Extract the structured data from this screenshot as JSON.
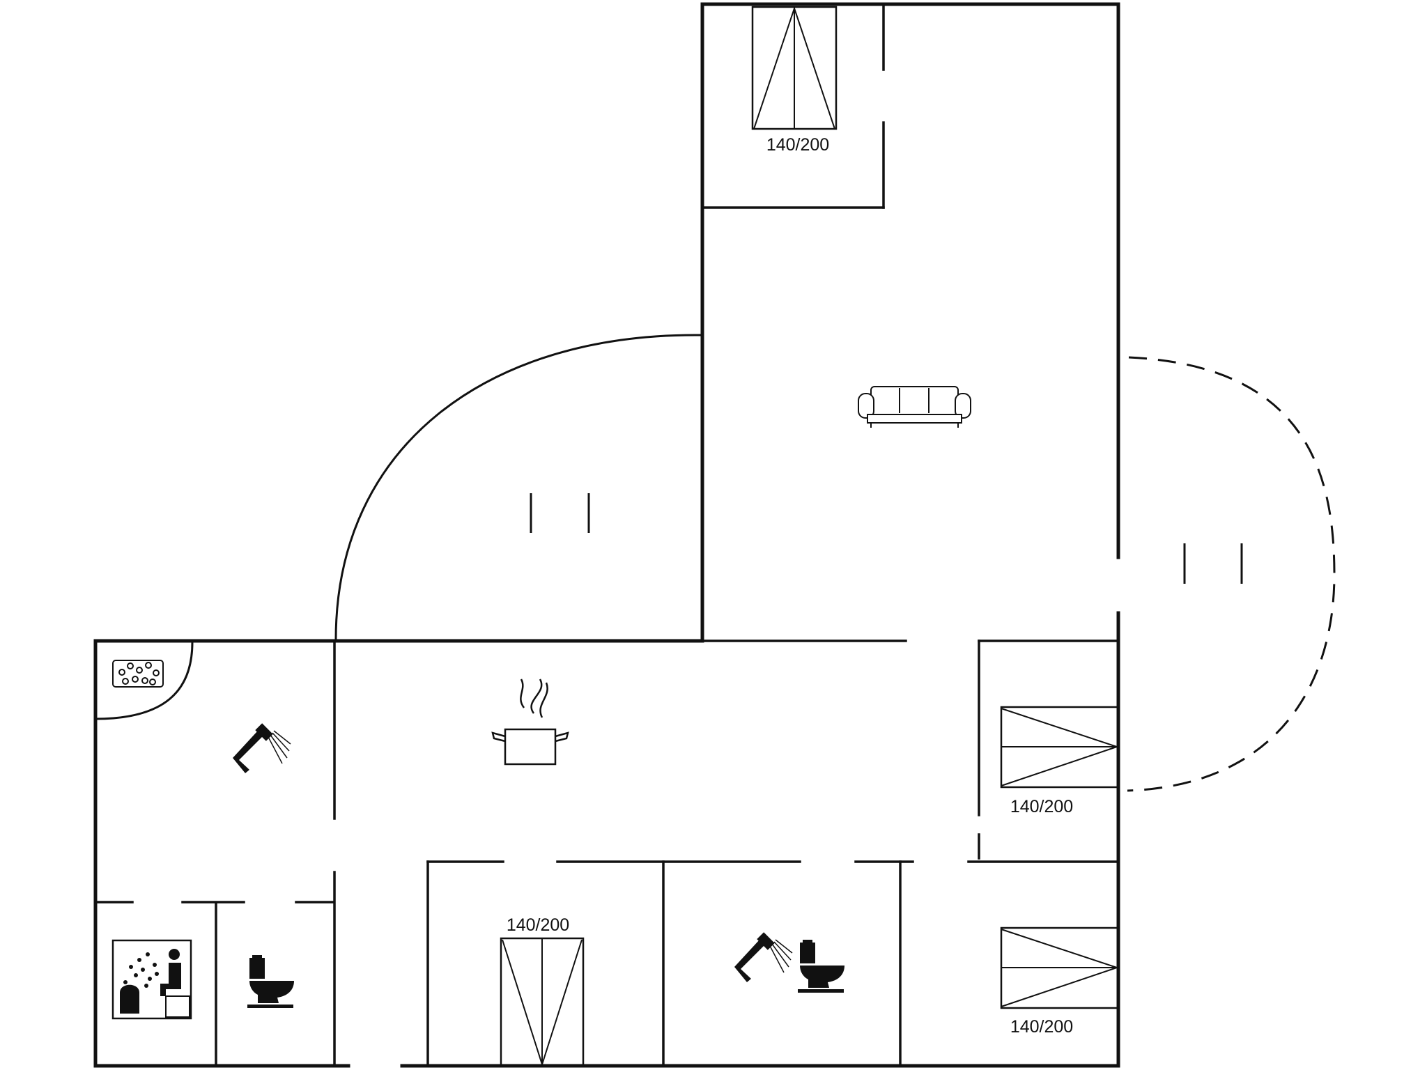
{
  "floor_plan": {
    "beds": [
      {
        "id": "bed-top-left",
        "label": "140/200"
      },
      {
        "id": "bed-right-upper",
        "label": "140/200"
      },
      {
        "id": "bed-bottom-center",
        "label": "140/200"
      },
      {
        "id": "bed-right-lower",
        "label": "140/200"
      }
    ],
    "icons": [
      "sofa-icon",
      "cooking-pot-icon",
      "shower-icon",
      "toilet-icon",
      "sauna-icon",
      "whirlpool-icon",
      "terrace-icon"
    ],
    "colors": {
      "ink": "#111111",
      "background": "#ffffff"
    }
  }
}
